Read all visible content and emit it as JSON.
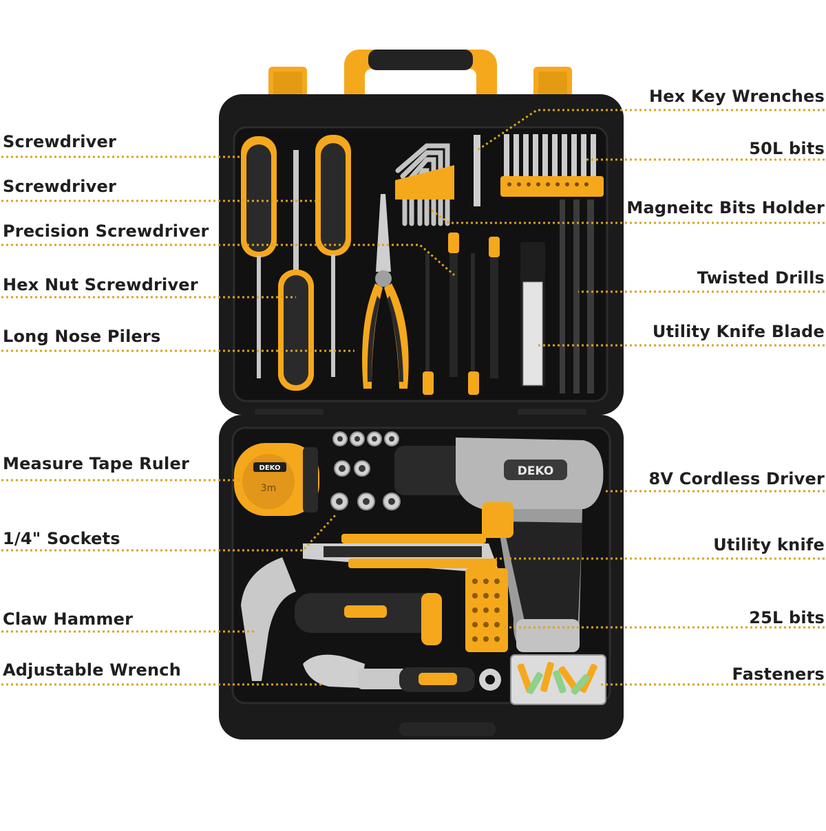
{
  "colors": {
    "case": "#1b1b1b",
    "case_edge": "#2c2c2c",
    "tray": "#141414",
    "accent": "#f6a81c",
    "metal": "#b9b9b9",
    "leader": "#d9a31e"
  },
  "brand": "DEKO",
  "tape_text": "3m",
  "left_labels": [
    {
      "text": "Screwdriver"
    },
    {
      "text": "Screwdriver"
    },
    {
      "text": "Precision Screwdriver"
    },
    {
      "text": "Hex Nut Screwdriver"
    },
    {
      "text": "Long Nose Pilers"
    },
    {
      "text": "Measure Tape Ruler"
    },
    {
      "text": "1/4\" Sockets"
    },
    {
      "text": "Claw Hammer"
    },
    {
      "text": "Adjustable Wrench"
    }
  ],
  "right_labels": [
    {
      "text": "Hex Key Wrenches"
    },
    {
      "text": "50L bits"
    },
    {
      "text": "Magneitc Bits Holder"
    },
    {
      "text": "Twisted Drills"
    },
    {
      "text": "Utility Knife Blade"
    },
    {
      "text": "8V Cordless Driver"
    },
    {
      "text": "Utility knife"
    },
    {
      "text": "25L bits"
    },
    {
      "text": "Fasteners"
    }
  ]
}
